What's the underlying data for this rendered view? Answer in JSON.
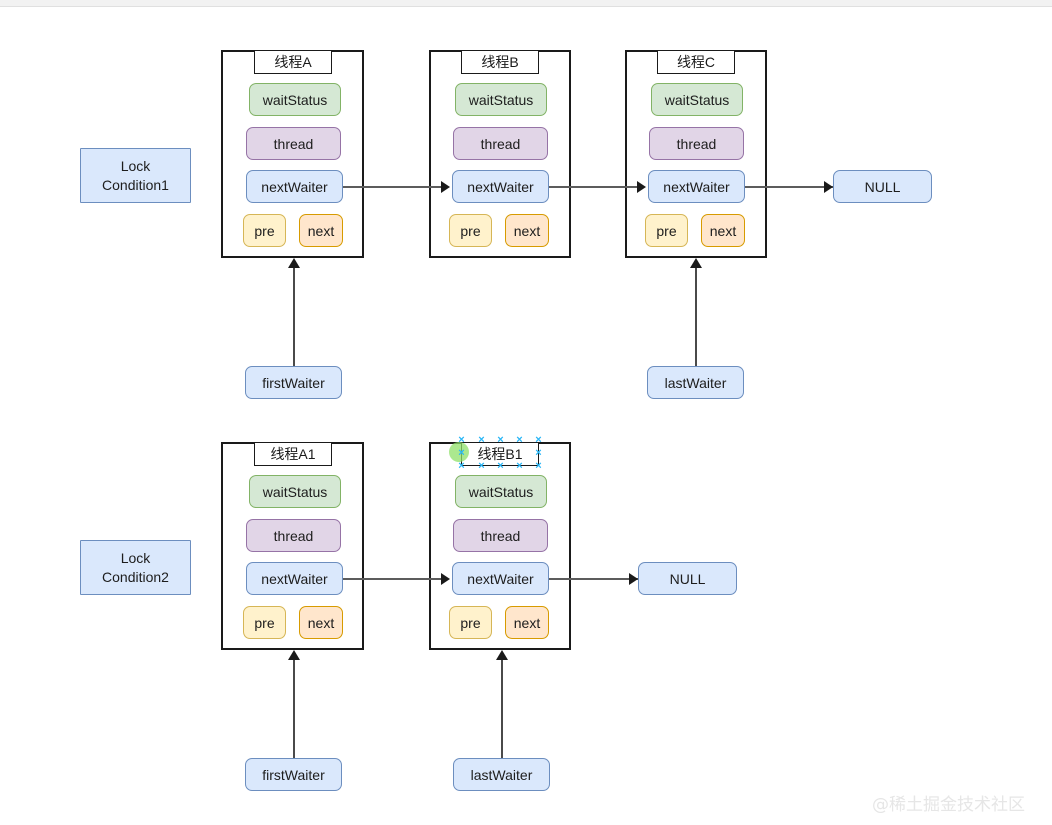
{
  "diagram": {
    "title": "AQS ConditionObject waiter linked list",
    "watermark": "@稀土掘金技术社区",
    "field_labels": {
      "wait_status": "waitStatus",
      "thread": "thread",
      "next_waiter": "nextWaiter",
      "pre": "pre",
      "next": "next"
    },
    "colors": {
      "wait_status": "#d5e8d4",
      "wait_status_border": "#82b366",
      "thread": "#e1d5e7",
      "thread_border": "#9673a6",
      "next_waiter": "#dae8fc",
      "next_waiter_border": "#6c8ebf",
      "pre": "#fff2cc",
      "pre_border": "#d6b656",
      "next": "#ffe6cc",
      "next_border": "#d79b00",
      "selection_handle": "#29b6f6",
      "selection_dot": "#8fe06a"
    },
    "row1": {
      "lock_label": "Lock\nCondition1",
      "nodes": [
        {
          "title": "线程A"
        },
        {
          "title": "线程B"
        },
        {
          "title": "线程C"
        }
      ],
      "tail_label": "NULL",
      "first_waiter_label": "firstWaiter",
      "last_waiter_label": "lastWaiter"
    },
    "row2": {
      "lock_label": "Lock\nCondition2",
      "nodes": [
        {
          "title": "线程A1",
          "selected": false
        },
        {
          "title": "线程B1",
          "selected": true
        }
      ],
      "tail_label": "NULL",
      "first_waiter_label": "firstWaiter",
      "last_waiter_label": "lastWaiter"
    },
    "selection_handle_glyph": "×"
  }
}
